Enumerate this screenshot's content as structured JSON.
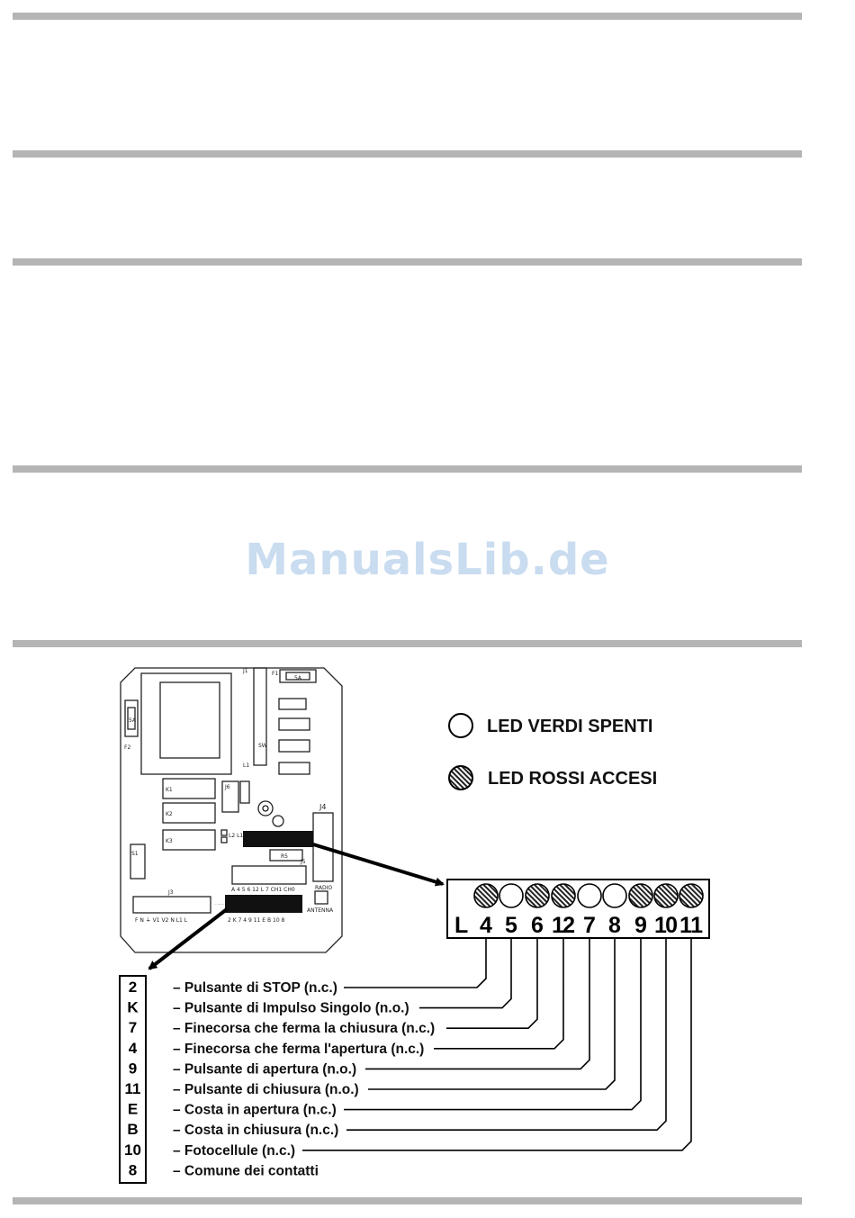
{
  "watermark": "ManualsLib.de",
  "legend": {
    "green_off": "LED VERDI SPENTI",
    "red_on": "LED ROSSI ACCESI"
  },
  "led_strip": {
    "prefix": "L",
    "leds": [
      {
        "id": "4",
        "state": "on"
      },
      {
        "id": "5",
        "state": "off"
      },
      {
        "id": "6",
        "state": "on"
      },
      {
        "id": "12",
        "state": "on"
      },
      {
        "id": "7",
        "state": "off"
      },
      {
        "id": "8",
        "state": "off"
      },
      {
        "id": "9",
        "state": "on"
      },
      {
        "id": "10",
        "state": "on"
      },
      {
        "id": "11",
        "state": "on"
      }
    ]
  },
  "terminals": [
    {
      "code": "2",
      "desc": "Pulsante di STOP (n.c.)"
    },
    {
      "code": "K",
      "desc": "Pulsante di Impulso Singolo (n.o.)"
    },
    {
      "code": "7",
      "desc": "Finecorsa che ferma la chiusura (n.c.)"
    },
    {
      "code": "4",
      "desc": "Finecorsa che ferma l'apertura (n.c.)"
    },
    {
      "code": "9",
      "desc": "Pulsante di apertura (n.o.)"
    },
    {
      "code": "11",
      "desc": "Pulsante di chiusura (n.o.)"
    },
    {
      "code": "E",
      "desc": "Costa in apertura (n.c.)"
    },
    {
      "code": "B",
      "desc": "Costa in chiusura (n.c.)"
    },
    {
      "code": "10",
      "desc": "Fotocellule (n.c.)"
    },
    {
      "code": "8",
      "desc": "Comune dei contatti"
    }
  ],
  "board": {
    "fuse_top": "5A",
    "fuse_left": "5A",
    "f1": "F1",
    "f2": "F2",
    "j1": "J1",
    "j3": "J3",
    "j4": "J4",
    "j5": "J5",
    "j6": "J6",
    "k1": "K1",
    "k2": "K2",
    "k3": "K3",
    "s1": "S1",
    "r5": "R5",
    "l1": "L1",
    "sw": "SW",
    "radio": "RADIO",
    "antenna": "ANTENNA",
    "leds_small": "L2 L1",
    "j5_labels": "A 4 5 6 12 L 7 CH1 CH0",
    "j3_labels": "F N ⏚  V1 V2 N L1 L",
    "j2_labels": "2 K 7 4 9 11 E B 10 8"
  }
}
